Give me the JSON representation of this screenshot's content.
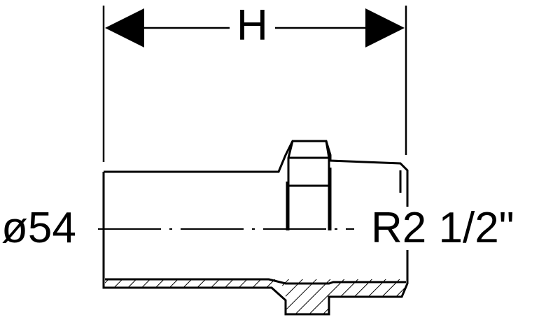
{
  "labels": {
    "height_dimension": "H",
    "diameter": "ø54",
    "thread": "R2 1/2\""
  }
}
